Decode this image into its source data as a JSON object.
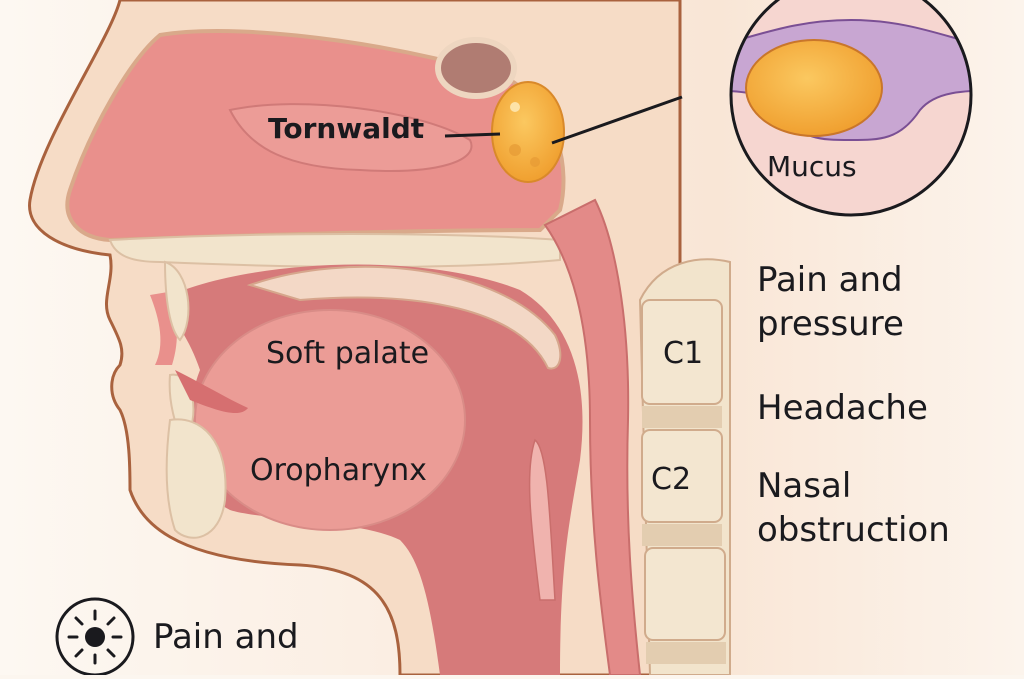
{
  "figure": {
    "labels": {
      "tornwaldt": "Tornwaldt",
      "soft_palate": "Soft palate",
      "oropharynx": "Oropharynx",
      "mucus": "Mucus",
      "c1": "C1",
      "c2": "C2"
    },
    "symptoms": [
      {
        "line1": "Pain and",
        "line2": "pressure"
      },
      {
        "line1": "Headache"
      },
      {
        "line1": "Nasal",
        "line2": "obstruction"
      }
    ],
    "legend": {
      "icon": "sun-pain-icon",
      "text": "Pain and"
    },
    "colors": {
      "background": "#fcf6ef",
      "skin": "#f6dcc6",
      "skin_outline": "#a9623e",
      "mucosa": "#e9908c",
      "mucosa_dark": "#d66f70",
      "bone": "#f2e4cc",
      "cyst": "#f4b03c",
      "cyst_outline": "#d9892a",
      "epithelium": "#c8a6d2",
      "epithelium_outline": "#7a4f94",
      "tissue": "#f6d6d0",
      "text": "#1a1a1e"
    }
  }
}
